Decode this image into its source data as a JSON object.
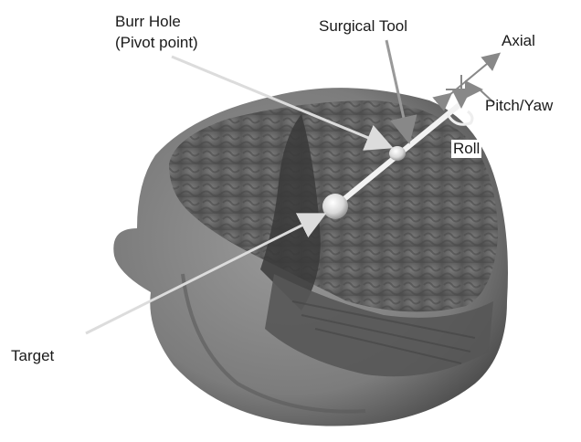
{
  "labels": {
    "burr_hole_line1": "Burr Hole",
    "burr_hole_line2": "(Pivot point)",
    "surgical_tool": "Surgical Tool",
    "axial": "Axial",
    "pitch_yaw": "Pitch/Yaw",
    "roll": "Roll",
    "target": "Target"
  },
  "colors": {
    "background": "#ffffff",
    "scalp": "#8a8a8a",
    "brain": "#6c6c6c",
    "tool": "#f2f2f2",
    "arrow": "#dcdcdc",
    "text": "#1a1a1a"
  }
}
